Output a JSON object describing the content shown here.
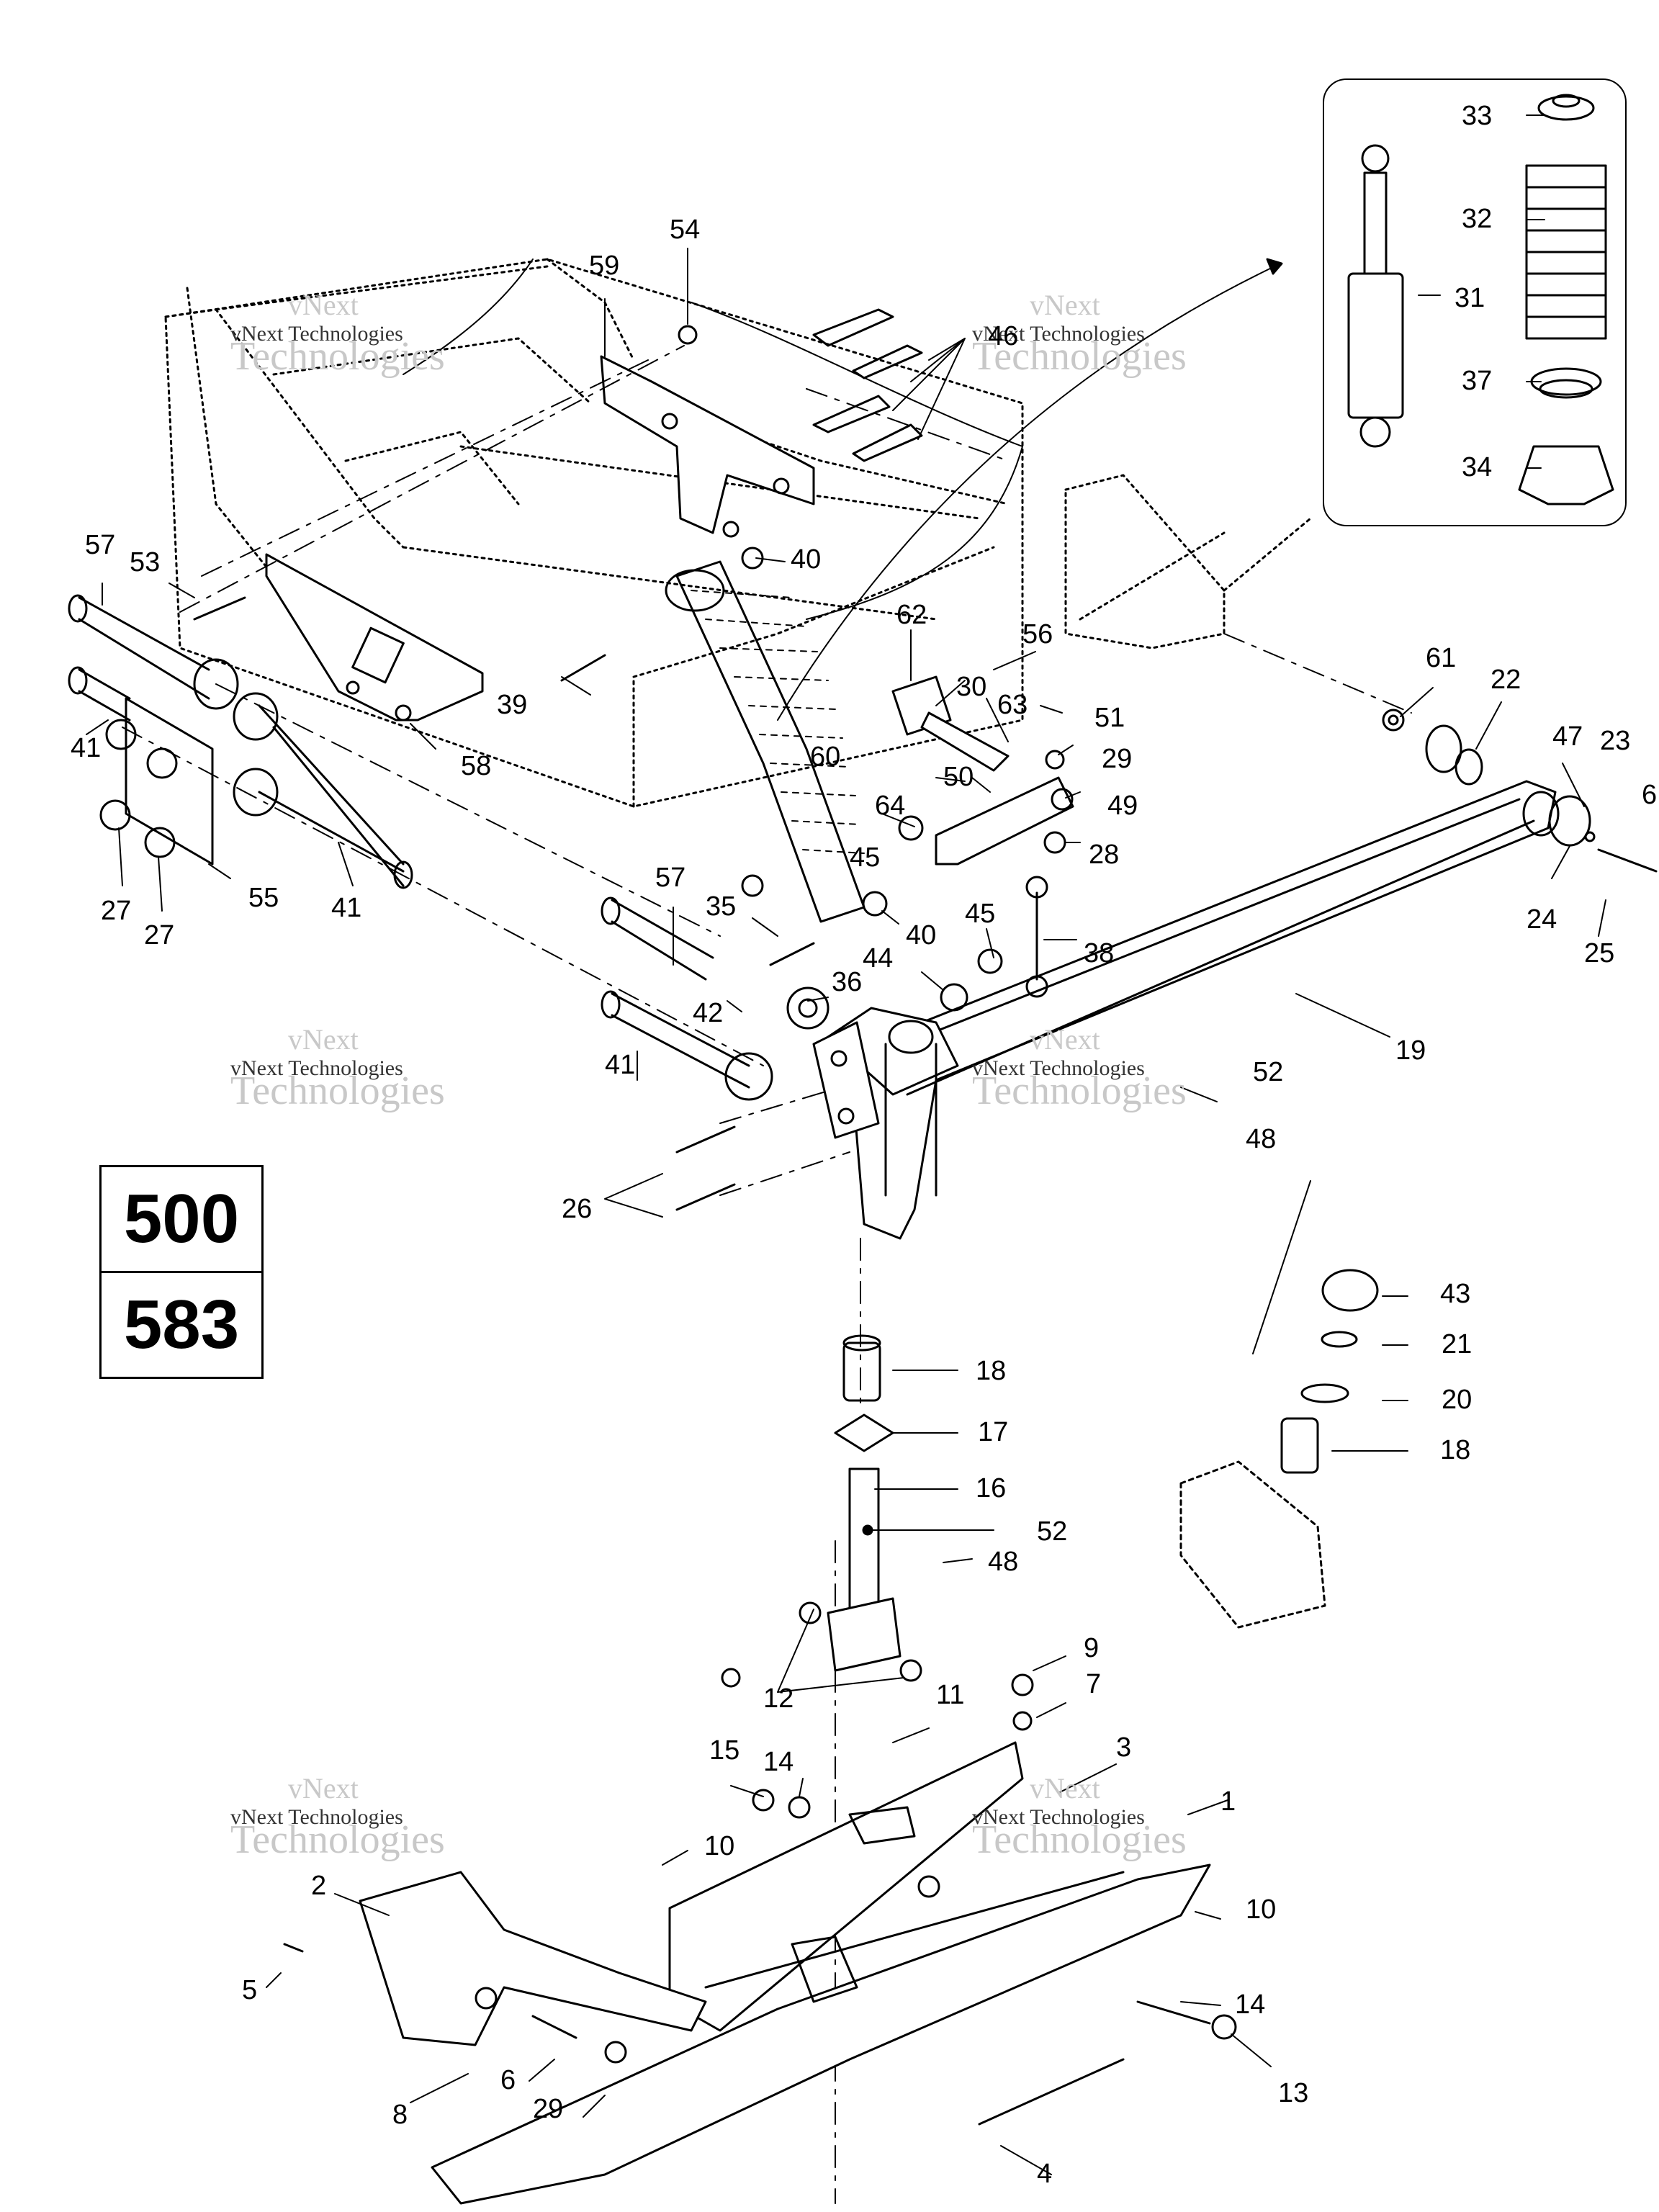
{
  "model_numbers": [
    "500",
    "583"
  ],
  "watermark": {
    "line1": "vNext",
    "line2": "vNext Technologies",
    "line3": "Technologies"
  },
  "labels": [
    {
      "key": "l54",
      "text": "54"
    },
    {
      "key": "l59",
      "text": "59"
    },
    {
      "key": "l46",
      "text": "46"
    },
    {
      "key": "l57a",
      "text": "57"
    },
    {
      "key": "l53",
      "text": "53"
    },
    {
      "key": "l40a",
      "text": "40"
    },
    {
      "key": "l39",
      "text": "39"
    },
    {
      "key": "l58",
      "text": "58"
    },
    {
      "key": "l41a",
      "text": "41"
    },
    {
      "key": "l55",
      "text": "55"
    },
    {
      "key": "l41b",
      "text": "41"
    },
    {
      "key": "l27a",
      "text": "27"
    },
    {
      "key": "l27b",
      "text": "27"
    },
    {
      "key": "l57b",
      "text": "57"
    },
    {
      "key": "l35",
      "text": "35"
    },
    {
      "key": "l40b",
      "text": "40"
    },
    {
      "key": "l42",
      "text": "42"
    },
    {
      "key": "l36",
      "text": "36"
    },
    {
      "key": "l44",
      "text": "44"
    },
    {
      "key": "l41c",
      "text": "41"
    },
    {
      "key": "l26",
      "text": "26"
    },
    {
      "key": "l62",
      "text": "62"
    },
    {
      "key": "l56",
      "text": "56"
    },
    {
      "key": "l30",
      "text": "30"
    },
    {
      "key": "l63",
      "text": "63"
    },
    {
      "key": "l51",
      "text": "51"
    },
    {
      "key": "l60",
      "text": "60"
    },
    {
      "key": "l29a",
      "text": "29"
    },
    {
      "key": "l50",
      "text": "50"
    },
    {
      "key": "l49",
      "text": "49"
    },
    {
      "key": "l64",
      "text": "64"
    },
    {
      "key": "l45a",
      "text": "45"
    },
    {
      "key": "l28",
      "text": "28"
    },
    {
      "key": "l45b",
      "text": "45"
    },
    {
      "key": "l38",
      "text": "38"
    },
    {
      "key": "l61",
      "text": "61"
    },
    {
      "key": "l22",
      "text": "22"
    },
    {
      "key": "l47",
      "text": "47"
    },
    {
      "key": "l23",
      "text": "23"
    },
    {
      "key": "l6r",
      "text": "6"
    },
    {
      "key": "l24",
      "text": "24"
    },
    {
      "key": "l25",
      "text": "25"
    },
    {
      "key": "l19",
      "text": "19"
    },
    {
      "key": "l52a",
      "text": "52"
    },
    {
      "key": "l48a",
      "text": "48"
    },
    {
      "key": "l33",
      "text": "33"
    },
    {
      "key": "l32",
      "text": "32"
    },
    {
      "key": "l31",
      "text": "31"
    },
    {
      "key": "l37",
      "text": "37"
    },
    {
      "key": "l34",
      "text": "34"
    },
    {
      "key": "l43",
      "text": "43"
    },
    {
      "key": "l21",
      "text": "21"
    },
    {
      "key": "l20",
      "text": "20"
    },
    {
      "key": "l18a",
      "text": "18"
    },
    {
      "key": "l18b",
      "text": "18"
    },
    {
      "key": "l17",
      "text": "17"
    },
    {
      "key": "l16",
      "text": "16"
    },
    {
      "key": "l52b",
      "text": "52"
    },
    {
      "key": "l48b",
      "text": "48"
    },
    {
      "key": "l12",
      "text": "12"
    },
    {
      "key": "l11",
      "text": "11"
    },
    {
      "key": "l9",
      "text": "9"
    },
    {
      "key": "l7",
      "text": "7"
    },
    {
      "key": "l3",
      "text": "3"
    },
    {
      "key": "l1",
      "text": "1"
    },
    {
      "key": "l15",
      "text": "15"
    },
    {
      "key": "l14a",
      "text": "14"
    },
    {
      "key": "l10a",
      "text": "10"
    },
    {
      "key": "l10b",
      "text": "10"
    },
    {
      "key": "l2",
      "text": "2"
    },
    {
      "key": "l5",
      "text": "5"
    },
    {
      "key": "l14b",
      "text": "14"
    },
    {
      "key": "l6",
      "text": "6"
    },
    {
      "key": "l8",
      "text": "8"
    },
    {
      "key": "l29b",
      "text": "29"
    },
    {
      "key": "l13",
      "text": "13"
    },
    {
      "key": "l4",
      "text": "4"
    }
  ]
}
